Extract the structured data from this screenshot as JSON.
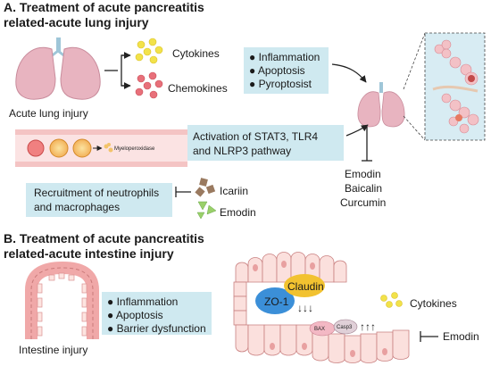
{
  "section_a": {
    "title_line1": "A. Treatment of acute pancreatitis",
    "title_line2": "related-acute lung injury",
    "lung_label": "Acute lung injury",
    "cytokines": "Cytokines",
    "chemokines": "Chemokines",
    "effects": [
      "Inflammation",
      "Apoptosis",
      "Pyroptosist"
    ],
    "vessel_label": "Myeloperoxidase",
    "pathway_line1": "Activation of STAT3, TLR4",
    "pathway_line2": "and NLRP3 pathway",
    "drugs": [
      "Emodin",
      "Baicalin",
      "Curcumin"
    ],
    "recruit_line1": "Recruitment of neutrophils",
    "recruit_line2": "and macrophages",
    "icariin": "Icariin",
    "emodin": "Emodin"
  },
  "section_b": {
    "title_line1": "B. Treatment of acute pancreatitis",
    "title_line2": "related-acute intestine injury",
    "intestine_label": "Intestine injury",
    "effects": [
      "Inflammation",
      "Apoptosis",
      "Barrier dysfunction"
    ],
    "zo1": "ZO-1",
    "claudin": "Claudin",
    "down_arrows": "↓↓↓",
    "bax": "BAX",
    "casp3": "Casp3",
    "up_arrows": "↑↑↑",
    "cytokines": "Cytokines",
    "emodin": "Emodin"
  },
  "colors": {
    "box_fill": "#cfe9f0",
    "lung_pink": "#e8b4c0",
    "yellow_dot": "#f2e24a",
    "red_dot": "#e8707a",
    "zo1_blue": "#3b8fd8",
    "claudin_yellow": "#f2c230"
  }
}
